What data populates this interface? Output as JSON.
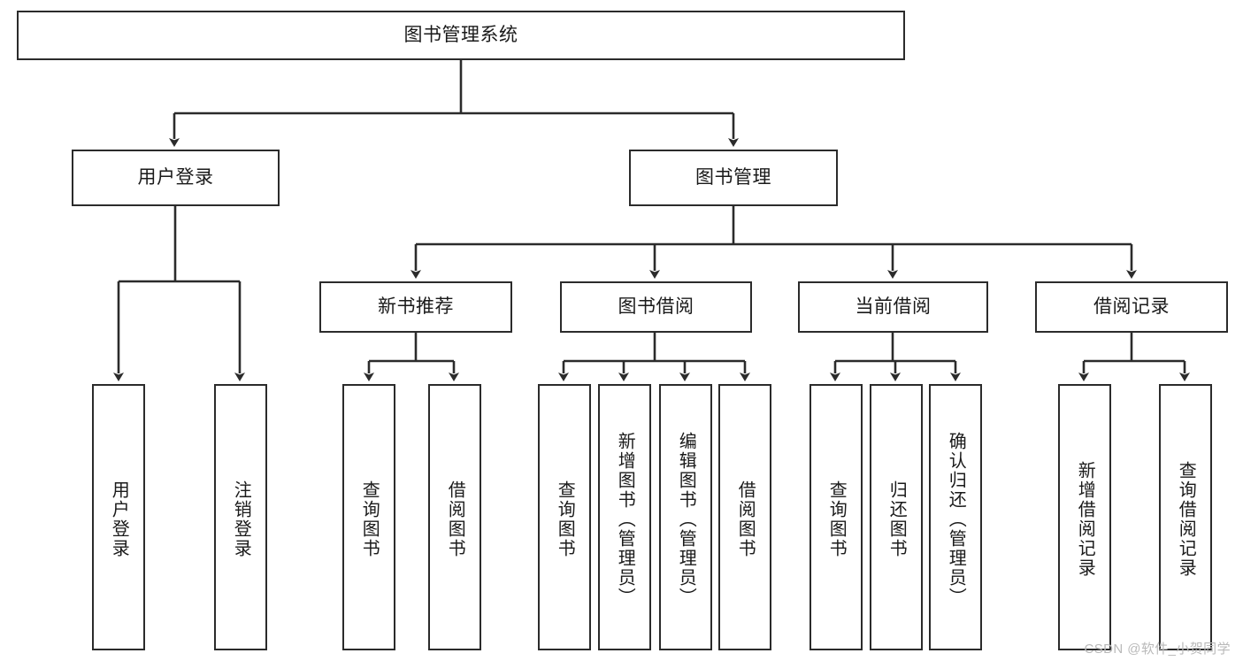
{
  "diagram": {
    "type": "tree",
    "title": "图书管理系统",
    "root": {
      "id": "root",
      "label": "图书管理系统"
    },
    "level2": [
      {
        "id": "user-login",
        "label": "用户登录"
      },
      {
        "id": "book-manage",
        "label": "图书管理"
      }
    ],
    "level3": [
      {
        "id": "new-book-rec",
        "label": "新书推荐"
      },
      {
        "id": "book-borrow",
        "label": "图书借阅"
      },
      {
        "id": "current-borrow",
        "label": "当前借阅"
      },
      {
        "id": "borrow-record",
        "label": "借阅记录"
      }
    ],
    "leaves": [
      {
        "id": "leaf-user-login",
        "label": "用户登录",
        "parent": "user-login"
      },
      {
        "id": "leaf-logout",
        "label": "注销登录",
        "parent": "user-login"
      },
      {
        "id": "leaf-query-book-1",
        "label": "查询图书",
        "parent": "new-book-rec"
      },
      {
        "id": "leaf-borrow-book-1",
        "label": "借阅图书",
        "parent": "new-book-rec"
      },
      {
        "id": "leaf-query-book-2",
        "label": "查询图书",
        "parent": "book-borrow"
      },
      {
        "id": "leaf-add-book",
        "label": "新增图书（管理员）",
        "parent": "book-borrow"
      },
      {
        "id": "leaf-edit-book",
        "label": "编辑图书（管理员）",
        "parent": "book-borrow"
      },
      {
        "id": "leaf-borrow-book-2",
        "label": "借阅图书",
        "parent": "book-borrow"
      },
      {
        "id": "leaf-query-book-3",
        "label": "查询图书",
        "parent": "current-borrow"
      },
      {
        "id": "leaf-return-book",
        "label": "归还图书",
        "parent": "current-borrow"
      },
      {
        "id": "leaf-confirm-return",
        "label": "确认归还（管理员）",
        "parent": "current-borrow"
      },
      {
        "id": "leaf-add-record",
        "label": "新增借阅记录",
        "parent": "borrow-record"
      },
      {
        "id": "leaf-query-record",
        "label": "查询借阅记录",
        "parent": "borrow-record"
      }
    ]
  },
  "watermark": {
    "text": "CSDN @软件_小贺同学"
  },
  "colors": {
    "stroke": "#2b2b2b",
    "fill": "#ffffff",
    "text": "#1a1a1a",
    "watermark": "#b9b9b9"
  }
}
